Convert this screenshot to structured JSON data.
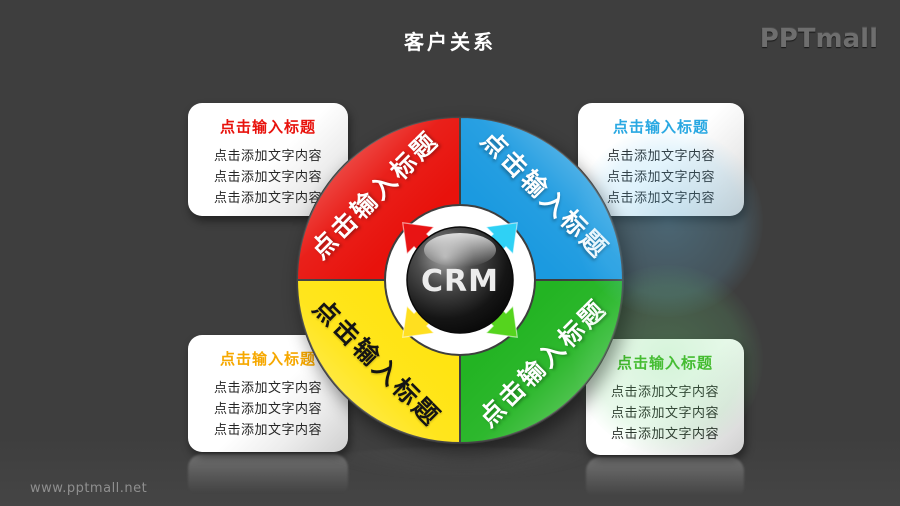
{
  "slide": {
    "title": "客户关系",
    "background_color": "#3e3e3e"
  },
  "brand": {
    "logo": "PPTmall",
    "watermark": "www.pptmall.net"
  },
  "center": {
    "label": "CRM"
  },
  "donut": {
    "segments": [
      {
        "position": "top-left",
        "label": "点击输入标题",
        "color": "#e8120c",
        "label_color": "#ffffff"
      },
      {
        "position": "top-right",
        "label": "点击输入标题",
        "color": "#1b9ae0",
        "label_color": "#ffffff"
      },
      {
        "position": "bottom-left",
        "label": "点击输入标题",
        "color": "#ffe412",
        "label_color": "#141414"
      },
      {
        "position": "bottom-right",
        "label": "点击输入标题",
        "color": "#23b423",
        "label_color": "#ffffff"
      }
    ],
    "arrows": [
      {
        "direction": "up-left",
        "color": "#e81414"
      },
      {
        "direction": "up-right",
        "color": "#2fd1f5"
      },
      {
        "direction": "down-left",
        "color": "#ffdf20"
      },
      {
        "direction": "down-right",
        "color": "#55d41e"
      }
    ]
  },
  "boxes": [
    {
      "position": "top-left",
      "title": "点击输入标题",
      "title_color": "#e8120c",
      "lines": [
        "点击添加文字内容",
        "点击添加文字内容",
        "点击添加文字内容"
      ]
    },
    {
      "position": "top-right",
      "title": "点击输入标题",
      "title_color": "#29a8e2",
      "lines": [
        "点击添加文字内容",
        "点击添加文字内容",
        "点击添加文字内容"
      ]
    },
    {
      "position": "bottom-left",
      "title": "点击输入标题",
      "title_color": "#f6a800",
      "lines": [
        "点击添加文字内容",
        "点击添加文字内容",
        "点击添加文字内容"
      ]
    },
    {
      "position": "bottom-right",
      "title": "点击输入标题",
      "title_color": "#3ab41c",
      "lines": [
        "点击添加文字内容",
        "点击添加文字内容",
        "点击添加文字内容"
      ]
    }
  ]
}
